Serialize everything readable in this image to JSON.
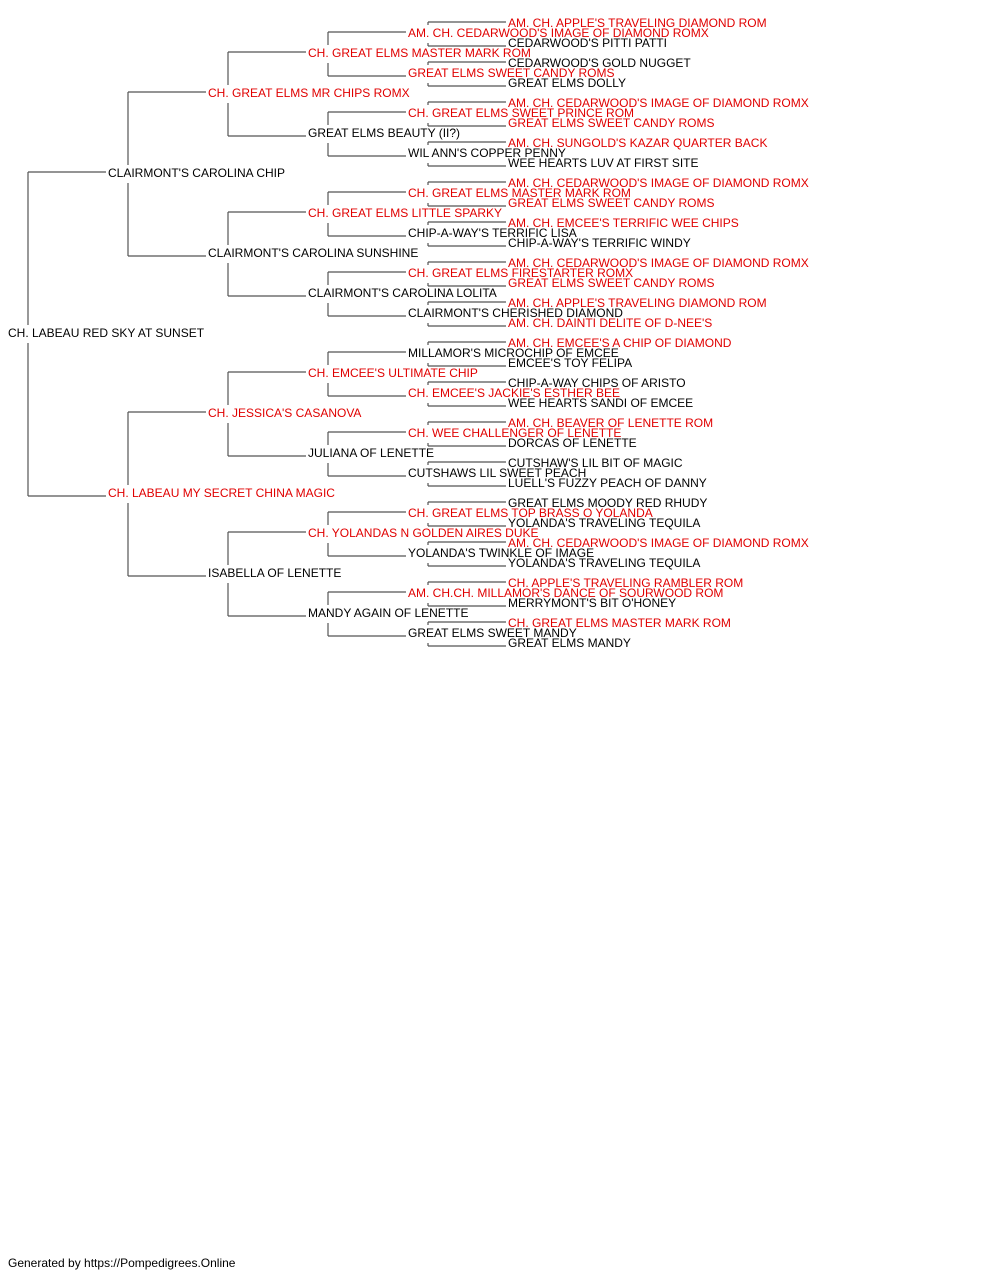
{
  "colors": {
    "titled": "#e00000",
    "plain": "#000000",
    "line": "#555555"
  },
  "footer": "Generated by https://Pompedigrees.Online",
  "pedigree": {
    "name": "CH. LABEAU RED SKY AT SUNSET",
    "titled": false,
    "sire": {
      "name": "CLAIRMONT'S CAROLINA CHIP",
      "titled": false,
      "sire": {
        "name": "CH. GREAT ELMS MR CHIPS ROMX",
        "titled": true,
        "sire": {
          "name": "CH. GREAT ELMS MASTER MARK ROM",
          "titled": true,
          "sire": {
            "name": "AM. CH. CEDARWOOD'S IMAGE OF DIAMOND ROMX",
            "titled": true,
            "sire": {
              "name": "AM. CH. APPLE'S TRAVELING DIAMOND ROM",
              "titled": true
            },
            "dam": {
              "name": "CEDARWOOD'S PITTI PATTI",
              "titled": false
            }
          },
          "dam": {
            "name": "GREAT ELMS SWEET CANDY ROMS",
            "titled": true,
            "sire": {
              "name": "CEDARWOOD'S GOLD NUGGET",
              "titled": false
            },
            "dam": {
              "name": "GREAT ELMS DOLLY",
              "titled": false
            }
          }
        },
        "dam": {
          "name": "GREAT ELMS BEAUTY (II?)",
          "titled": false,
          "sire": {
            "name": "CH. GREAT ELMS SWEET PRINCE ROM",
            "titled": true,
            "sire": {
              "name": "AM. CH. CEDARWOOD'S IMAGE OF DIAMOND ROMX",
              "titled": true
            },
            "dam": {
              "name": "GREAT ELMS SWEET CANDY ROMS",
              "titled": true
            }
          },
          "dam": {
            "name": "WIL ANN'S COPPER PENNY",
            "titled": false,
            "sire": {
              "name": "AM. CH. SUNGOLD'S KAZAR QUARTER BACK",
              "titled": true
            },
            "dam": {
              "name": "WEE HEARTS LUV AT FIRST SITE",
              "titled": false
            }
          }
        }
      },
      "dam": {
        "name": "CLAIRMONT'S CAROLINA SUNSHINE",
        "titled": false,
        "sire": {
          "name": "CH. GREAT ELMS LITTLE SPARKY",
          "titled": true,
          "sire": {
            "name": "CH. GREAT ELMS MASTER MARK ROM",
            "titled": true,
            "sire": {
              "name": "AM. CH. CEDARWOOD'S IMAGE OF DIAMOND ROMX",
              "titled": true
            },
            "dam": {
              "name": "GREAT ELMS SWEET CANDY ROMS",
              "titled": true
            }
          },
          "dam": {
            "name": "CHIP-A-WAY'S TERRIFIC LISA",
            "titled": false,
            "sire": {
              "name": "AM. CH. EMCEE'S TERRIFIC WEE CHIPS",
              "titled": true
            },
            "dam": {
              "name": "CHIP-A-WAY'S TERRIFIC WINDY",
              "titled": false
            }
          }
        },
        "dam": {
          "name": "CLAIRMONT'S CAROLINA LOLITA",
          "titled": false,
          "sire": {
            "name": "CH. GREAT ELMS FIRESTARTER ROMX",
            "titled": true,
            "sire": {
              "name": "AM. CH. CEDARWOOD'S IMAGE OF DIAMOND ROMX",
              "titled": true
            },
            "dam": {
              "name": "GREAT ELMS SWEET CANDY ROMS",
              "titled": true
            }
          },
          "dam": {
            "name": "CLAIRMONT'S CHERISHED DIAMOND",
            "titled": false,
            "sire": {
              "name": "AM. CH. APPLE'S TRAVELING DIAMOND ROM",
              "titled": true
            },
            "dam": {
              "name": "AM. CH. DAINTI DELITE OF D-NEE'S",
              "titled": true
            }
          }
        }
      }
    },
    "dam": {
      "name": "CH. LABEAU MY SECRET CHINA MAGIC",
      "titled": true,
      "sire": {
        "name": "CH. JESSICA'S CASANOVA",
        "titled": true,
        "sire": {
          "name": "CH. EMCEE'S ULTIMATE CHIP",
          "titled": true,
          "sire": {
            "name": "MILLAMOR'S MICROCHIP OF EMCEE",
            "titled": false,
            "sire": {
              "name": "AM. CH. EMCEE'S A CHIP OF DIAMOND",
              "titled": true
            },
            "dam": {
              "name": "EMCEE'S TOY FELIPA",
              "titled": false
            }
          },
          "dam": {
            "name": "CH. EMCEE'S JACKIE'S ESTHER BEE",
            "titled": true,
            "sire": {
              "name": "CHIP-A-WAY CHIPS OF ARISTO",
              "titled": false
            },
            "dam": {
              "name": "WEE HEARTS SANDI OF EMCEE",
              "titled": false
            }
          }
        },
        "dam": {
          "name": "JULIANA OF LENETTE",
          "titled": false,
          "sire": {
            "name": "CH. WEE CHALLENGER OF LENETTE",
            "titled": true,
            "sire": {
              "name": "AM. CH. BEAVER OF LENETTE ROM",
              "titled": true
            },
            "dam": {
              "name": "DORCAS OF LENETTE",
              "titled": false
            }
          },
          "dam": {
            "name": "CUTSHAWS LIL SWEET PEACH",
            "titled": false,
            "sire": {
              "name": "CUTSHAW'S LIL BIT OF MAGIC",
              "titled": false
            },
            "dam": {
              "name": "LUELL'S FUZZY PEACH OF DANNY",
              "titled": false
            }
          }
        }
      },
      "dam": {
        "name": "ISABELLA OF LENETTE",
        "titled": false,
        "sire": {
          "name": "CH. YOLANDAS N GOLDEN AIRES DUKE",
          "titled": true,
          "sire": {
            "name": "CH. GREAT ELMS TOP BRASS O YOLANDA",
            "titled": true,
            "sire": {
              "name": "GREAT ELMS MOODY RED RHUDY",
              "titled": false
            },
            "dam": {
              "name": "YOLANDA'S TRAVELING TEQUILA",
              "titled": false
            }
          },
          "dam": {
            "name": "YOLANDA'S TWINKLE OF IMAGE",
            "titled": false,
            "sire": {
              "name": "AM. CH. CEDARWOOD'S IMAGE OF DIAMOND ROMX",
              "titled": true
            },
            "dam": {
              "name": "YOLANDA'S TRAVELING TEQUILA",
              "titled": false
            }
          }
        },
        "dam": {
          "name": "MANDY AGAIN OF LENETTE",
          "titled": false,
          "sire": {
            "name": "AM. CH.CH. MILLAMOR'S DANCE OF SOURWOOD ROM",
            "titled": true,
            "sire": {
              "name": "CH. APPLE'S TRAVELING RAMBLER ROM",
              "titled": true
            },
            "dam": {
              "name": "MERRYMONT'S BIT O'HONEY",
              "titled": false
            }
          },
          "dam": {
            "name": "GREAT ELMS SWEET MANDY",
            "titled": false,
            "sire": {
              "name": "CH. GREAT ELMS MASTER MARK ROM",
              "titled": true
            },
            "dam": {
              "name": "GREAT ELMS MANDY",
              "titled": false
            }
          }
        }
      }
    }
  }
}
